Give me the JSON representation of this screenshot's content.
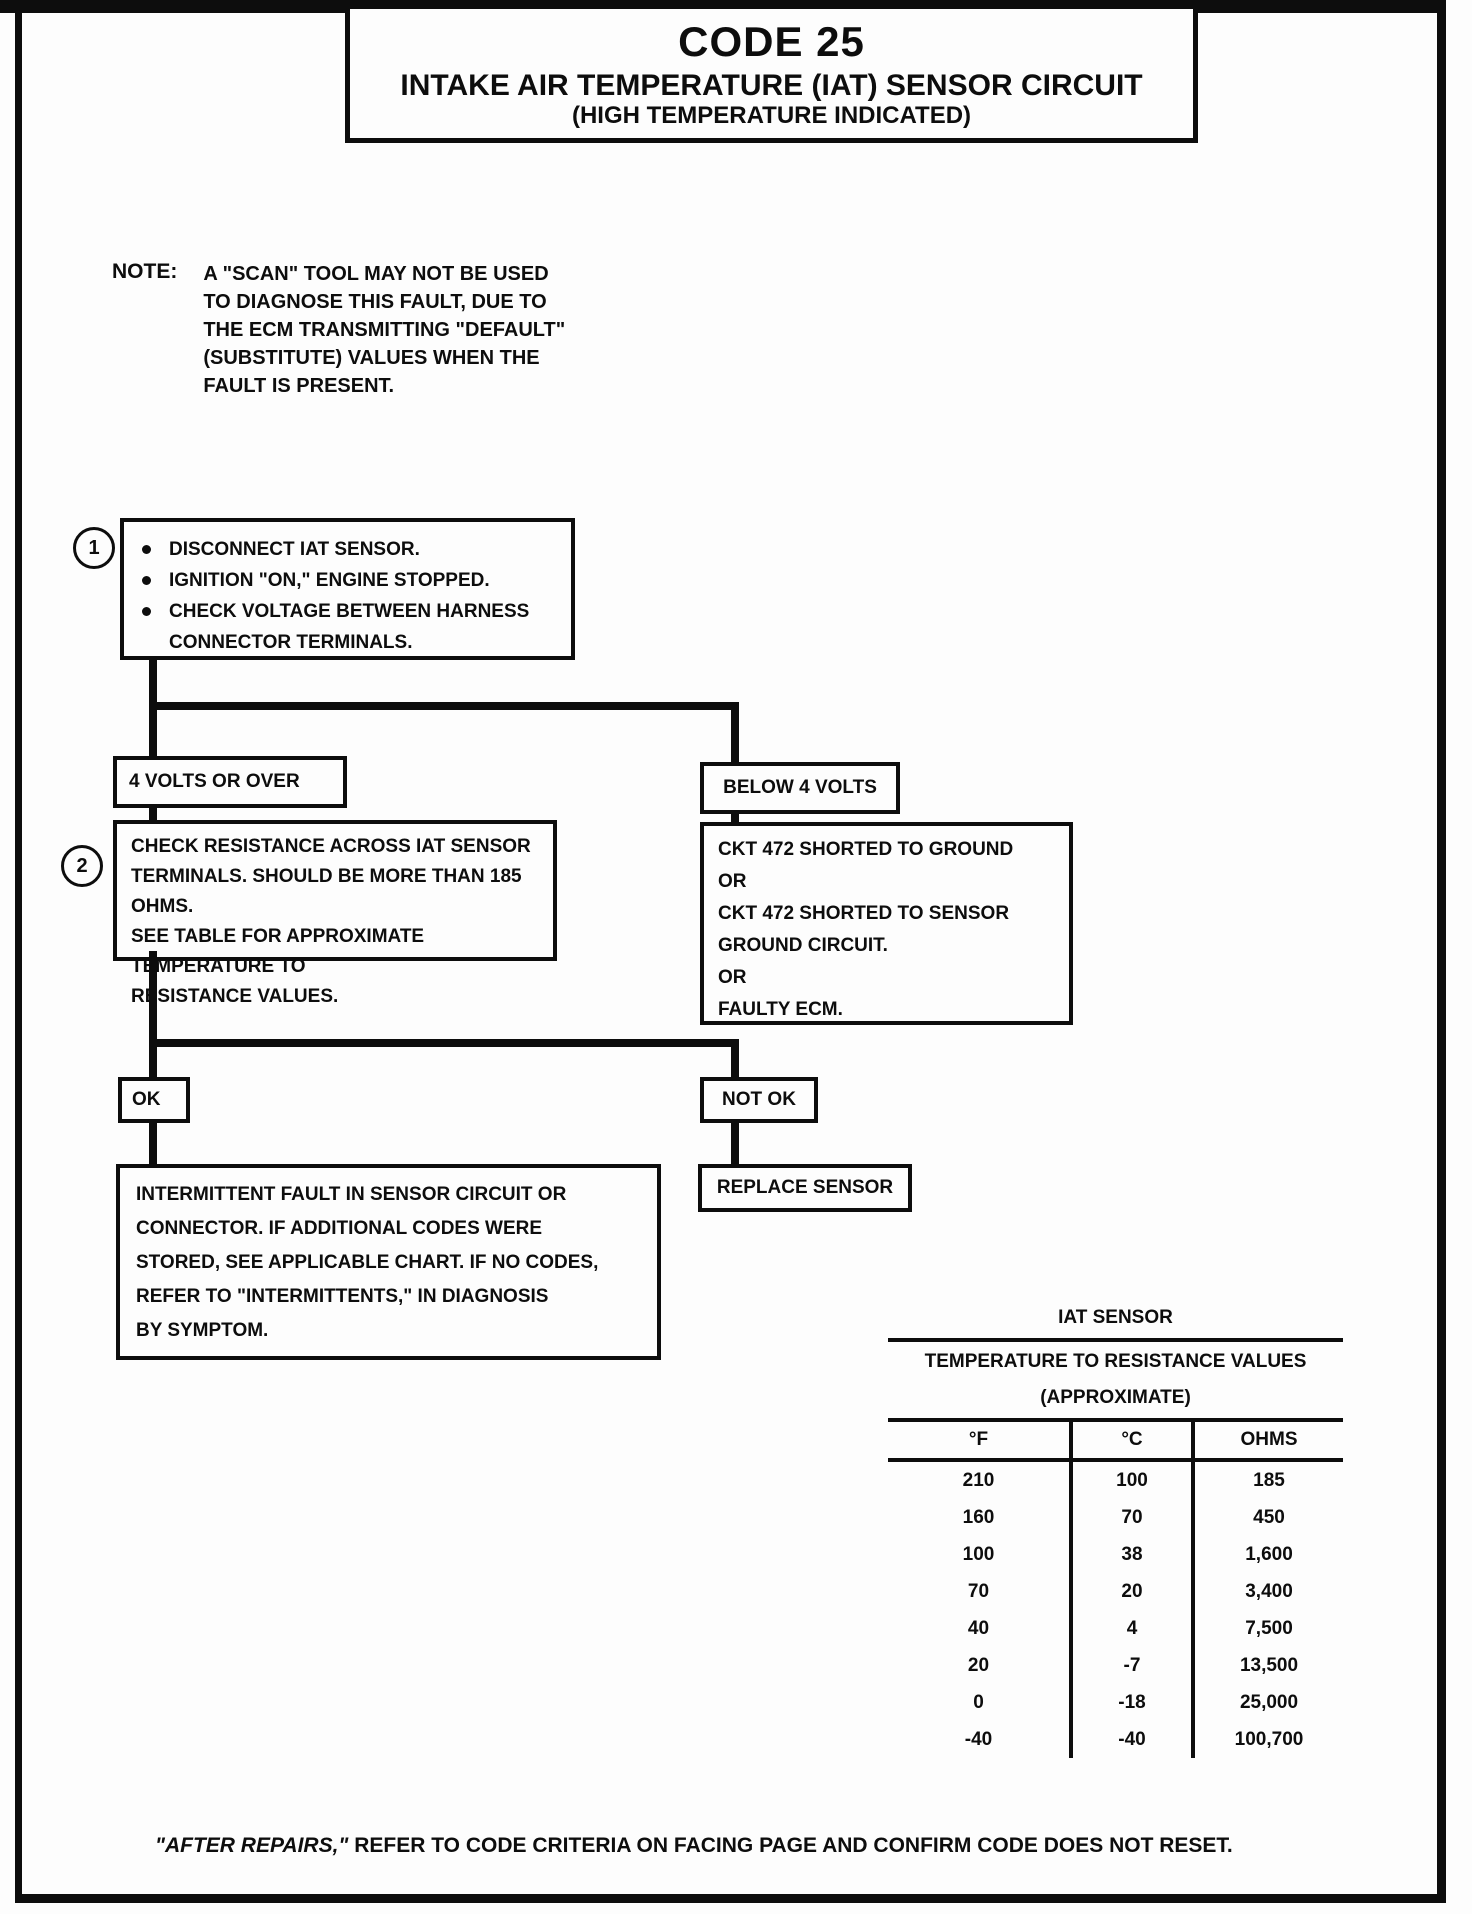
{
  "title": {
    "line1": "CODE 25",
    "line2": "INTAKE AIR TEMPERATURE (IAT) SENSOR CIRCUIT",
    "line3": "(HIGH TEMPERATURE INDICATED)"
  },
  "note": {
    "label": "NOTE:",
    "text": "A \"SCAN\"  TOOL MAY NOT BE USED\nTO DIAGNOSE THIS FAULT, DUE TO\nTHE ECM TRANSMITTING \"DEFAULT\"\n(SUBSTITUTE) VALUES WHEN THE\nFAULT IS PRESENT."
  },
  "flowchart": {
    "step1": {
      "number": "1",
      "bullets": [
        "DISCONNECT IAT SENSOR.",
        "IGNITION \"ON,\"  ENGINE STOPPED.",
        "CHECK VOLTAGE BETWEEN HARNESS\nCONNECTOR TERMINALS."
      ]
    },
    "branch_left_label": "4 VOLTS OR OVER",
    "branch_right_label": "BELOW 4 VOLTS",
    "step2": {
      "number": "2",
      "text": "CHECK RESISTANCE ACROSS IAT SENSOR\nTERMINALS.  SHOULD BE MORE THAN 185 OHMS.\nSEE TABLE FOR APPROXIMATE TEMPERATURE TO\nRESISTANCE  VALUES."
    },
    "ckt_box_text": "CKT 472 SHORTED TO GROUND\nOR\nCKT 472 SHORTED TO SENSOR\nGROUND CIRCUIT.\nOR\nFAULTY ECM.",
    "ok_label": "OK",
    "not_ok_label": "NOT OK",
    "intermittent_text": "INTERMITTENT FAULT IN SENSOR CIRCUIT OR\nCONNECTOR.  IF ADDITIONAL CODES WERE\nSTORED, SEE APPLICABLE CHART.  IF NO CODES,\nREFER TO \"INTERMITTENTS,\" IN DIAGNOSIS\nBY SYMPTOM.",
    "replace_label": "REPLACE SENSOR"
  },
  "table": {
    "title": "IAT SENSOR",
    "subtitle": "TEMPERATURE TO RESISTANCE VALUES\n(APPROXIMATE)",
    "headers": [
      "°F",
      "°C",
      "OHMS"
    ],
    "rows": [
      [
        "210",
        "100",
        "185"
      ],
      [
        "160",
        "70",
        "450"
      ],
      [
        "100",
        "38",
        "1,600"
      ],
      [
        "70",
        "20",
        "3,400"
      ],
      [
        "40",
        "4",
        "7,500"
      ],
      [
        "20",
        "-7",
        "13,500"
      ],
      [
        "0",
        "-18",
        "25,000"
      ],
      [
        "-40",
        "-40",
        "100,700"
      ]
    ]
  },
  "footer": {
    "italic": "\"AFTER REPAIRS,\"",
    "rest": " REFER TO CODE CRITERIA ON FACING PAGE AND CONFIRM CODE DOES NOT RESET."
  },
  "colors": {
    "ink": "#0d0d0d",
    "paper": "#fdfdfd"
  }
}
